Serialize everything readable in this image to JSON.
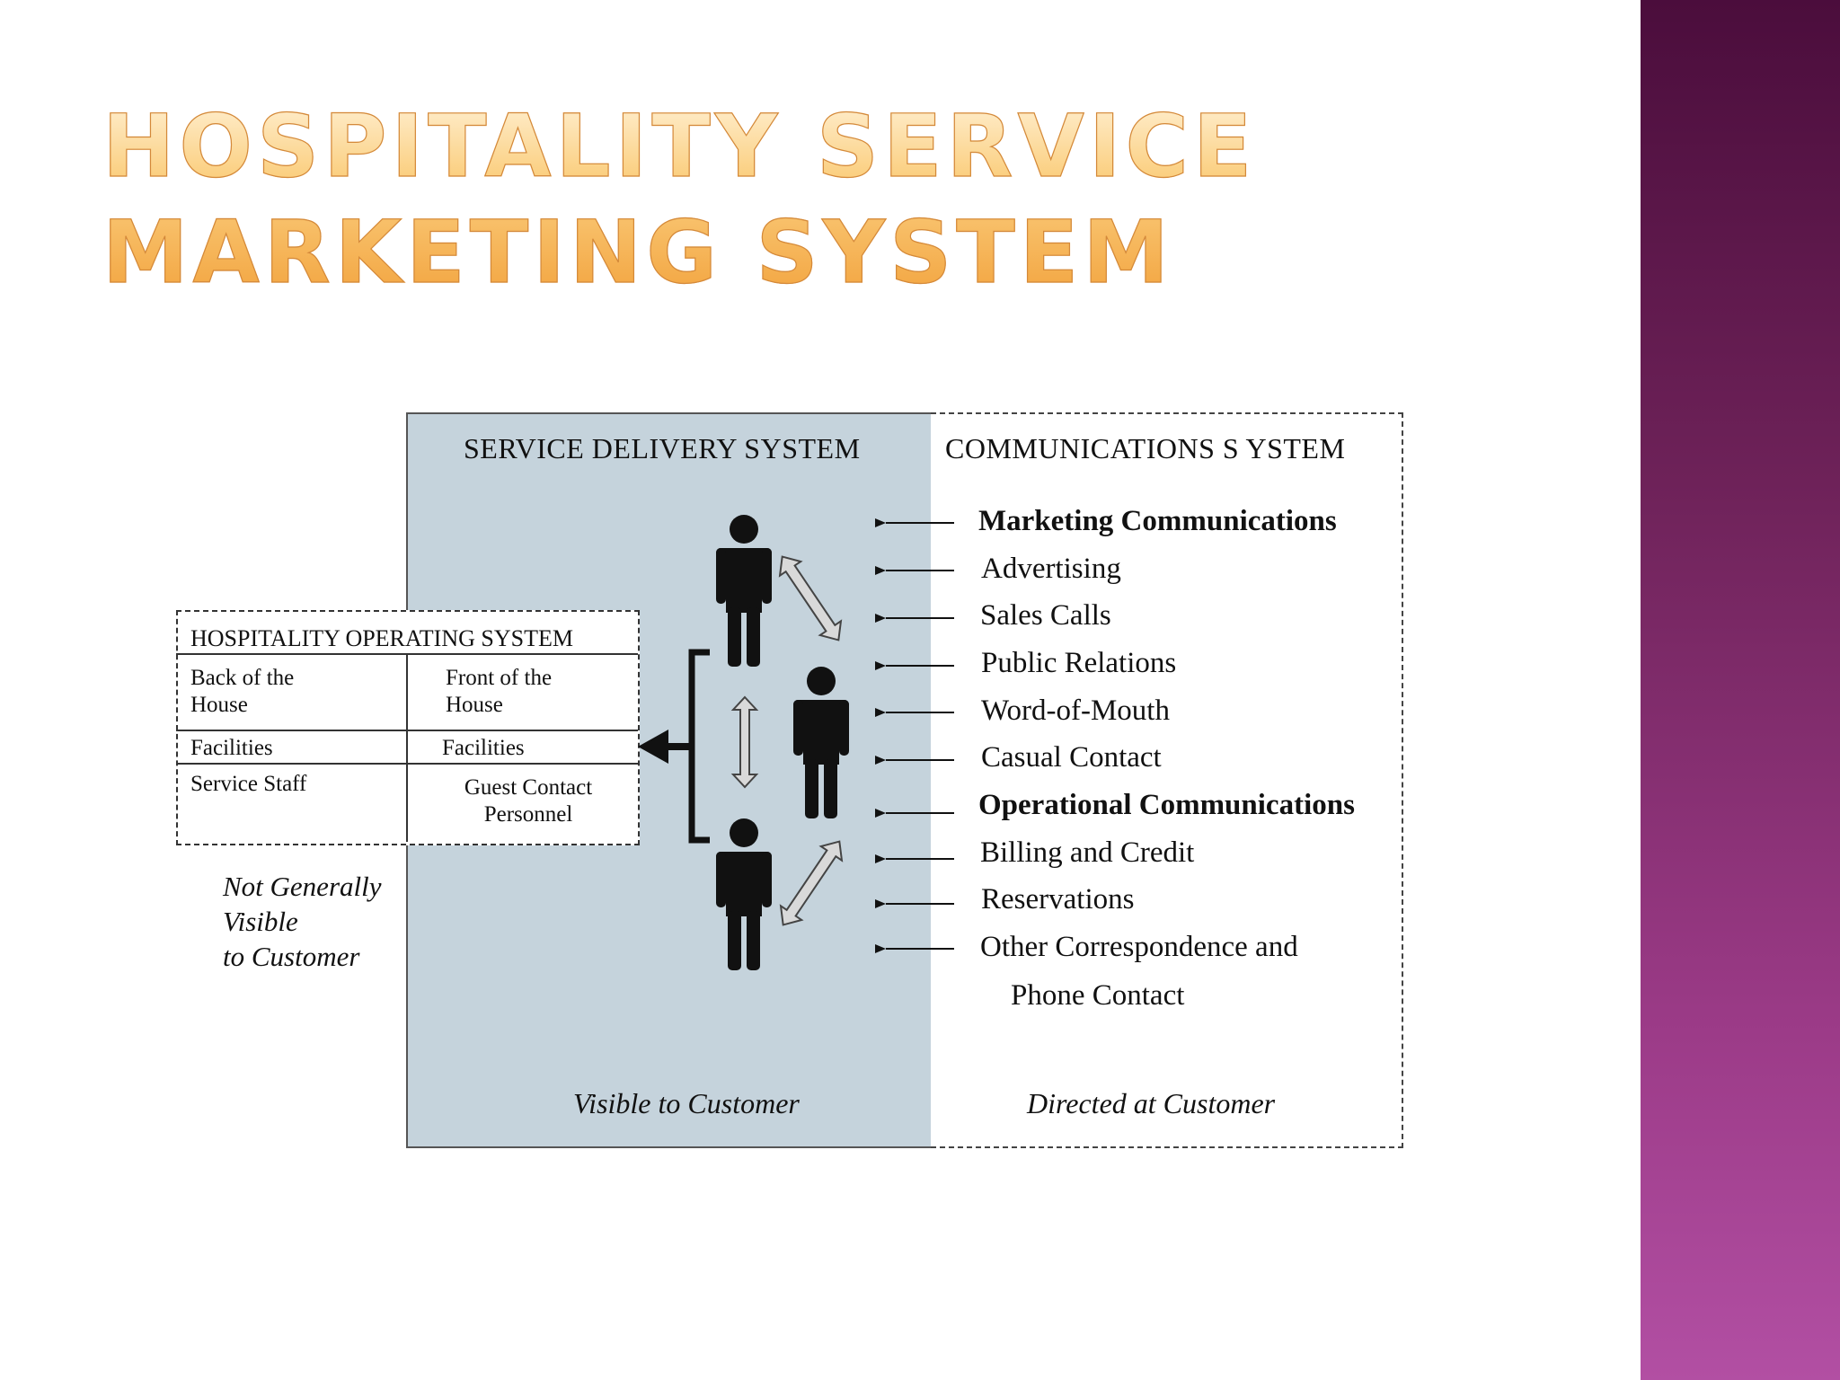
{
  "slide": {
    "title": "Hospitality Service Marketing System"
  },
  "diagram": {
    "service_delivery": {
      "title": "SERVICE  DELIVERY SYSTEM",
      "footer": "Visible to Customer"
    },
    "communications": {
      "title": "COMMUNICATIONS S YSTEM",
      "footer": "Directed at Customer",
      "items": [
        "Marketing Communications",
        "Advertising",
        "Sales Calls",
        "Public Relations",
        "Word-of-Mouth",
        "Casual Contact",
        "Operational Communications",
        "Billing and Credit",
        "Reservations",
        "Other Correspondence and",
        "Phone Contact"
      ]
    },
    "operating_system": {
      "title": "HOSPITALITY OPERATING SYSTEM",
      "back_header": "Back of the House",
      "front_header": "Front of the House",
      "back_facilities": "Facilities",
      "front_facilities": "Facilities",
      "back_staff": "Service Staff",
      "front_staff": "Guest Contact Personnel",
      "caption": "Not Generally\nVisible\nto Customer"
    }
  },
  "colors": {
    "title_gold": "#f3aa48",
    "panel_blue_gray": "#c5d3dc",
    "sidebar_purple": "#9c3b88"
  }
}
